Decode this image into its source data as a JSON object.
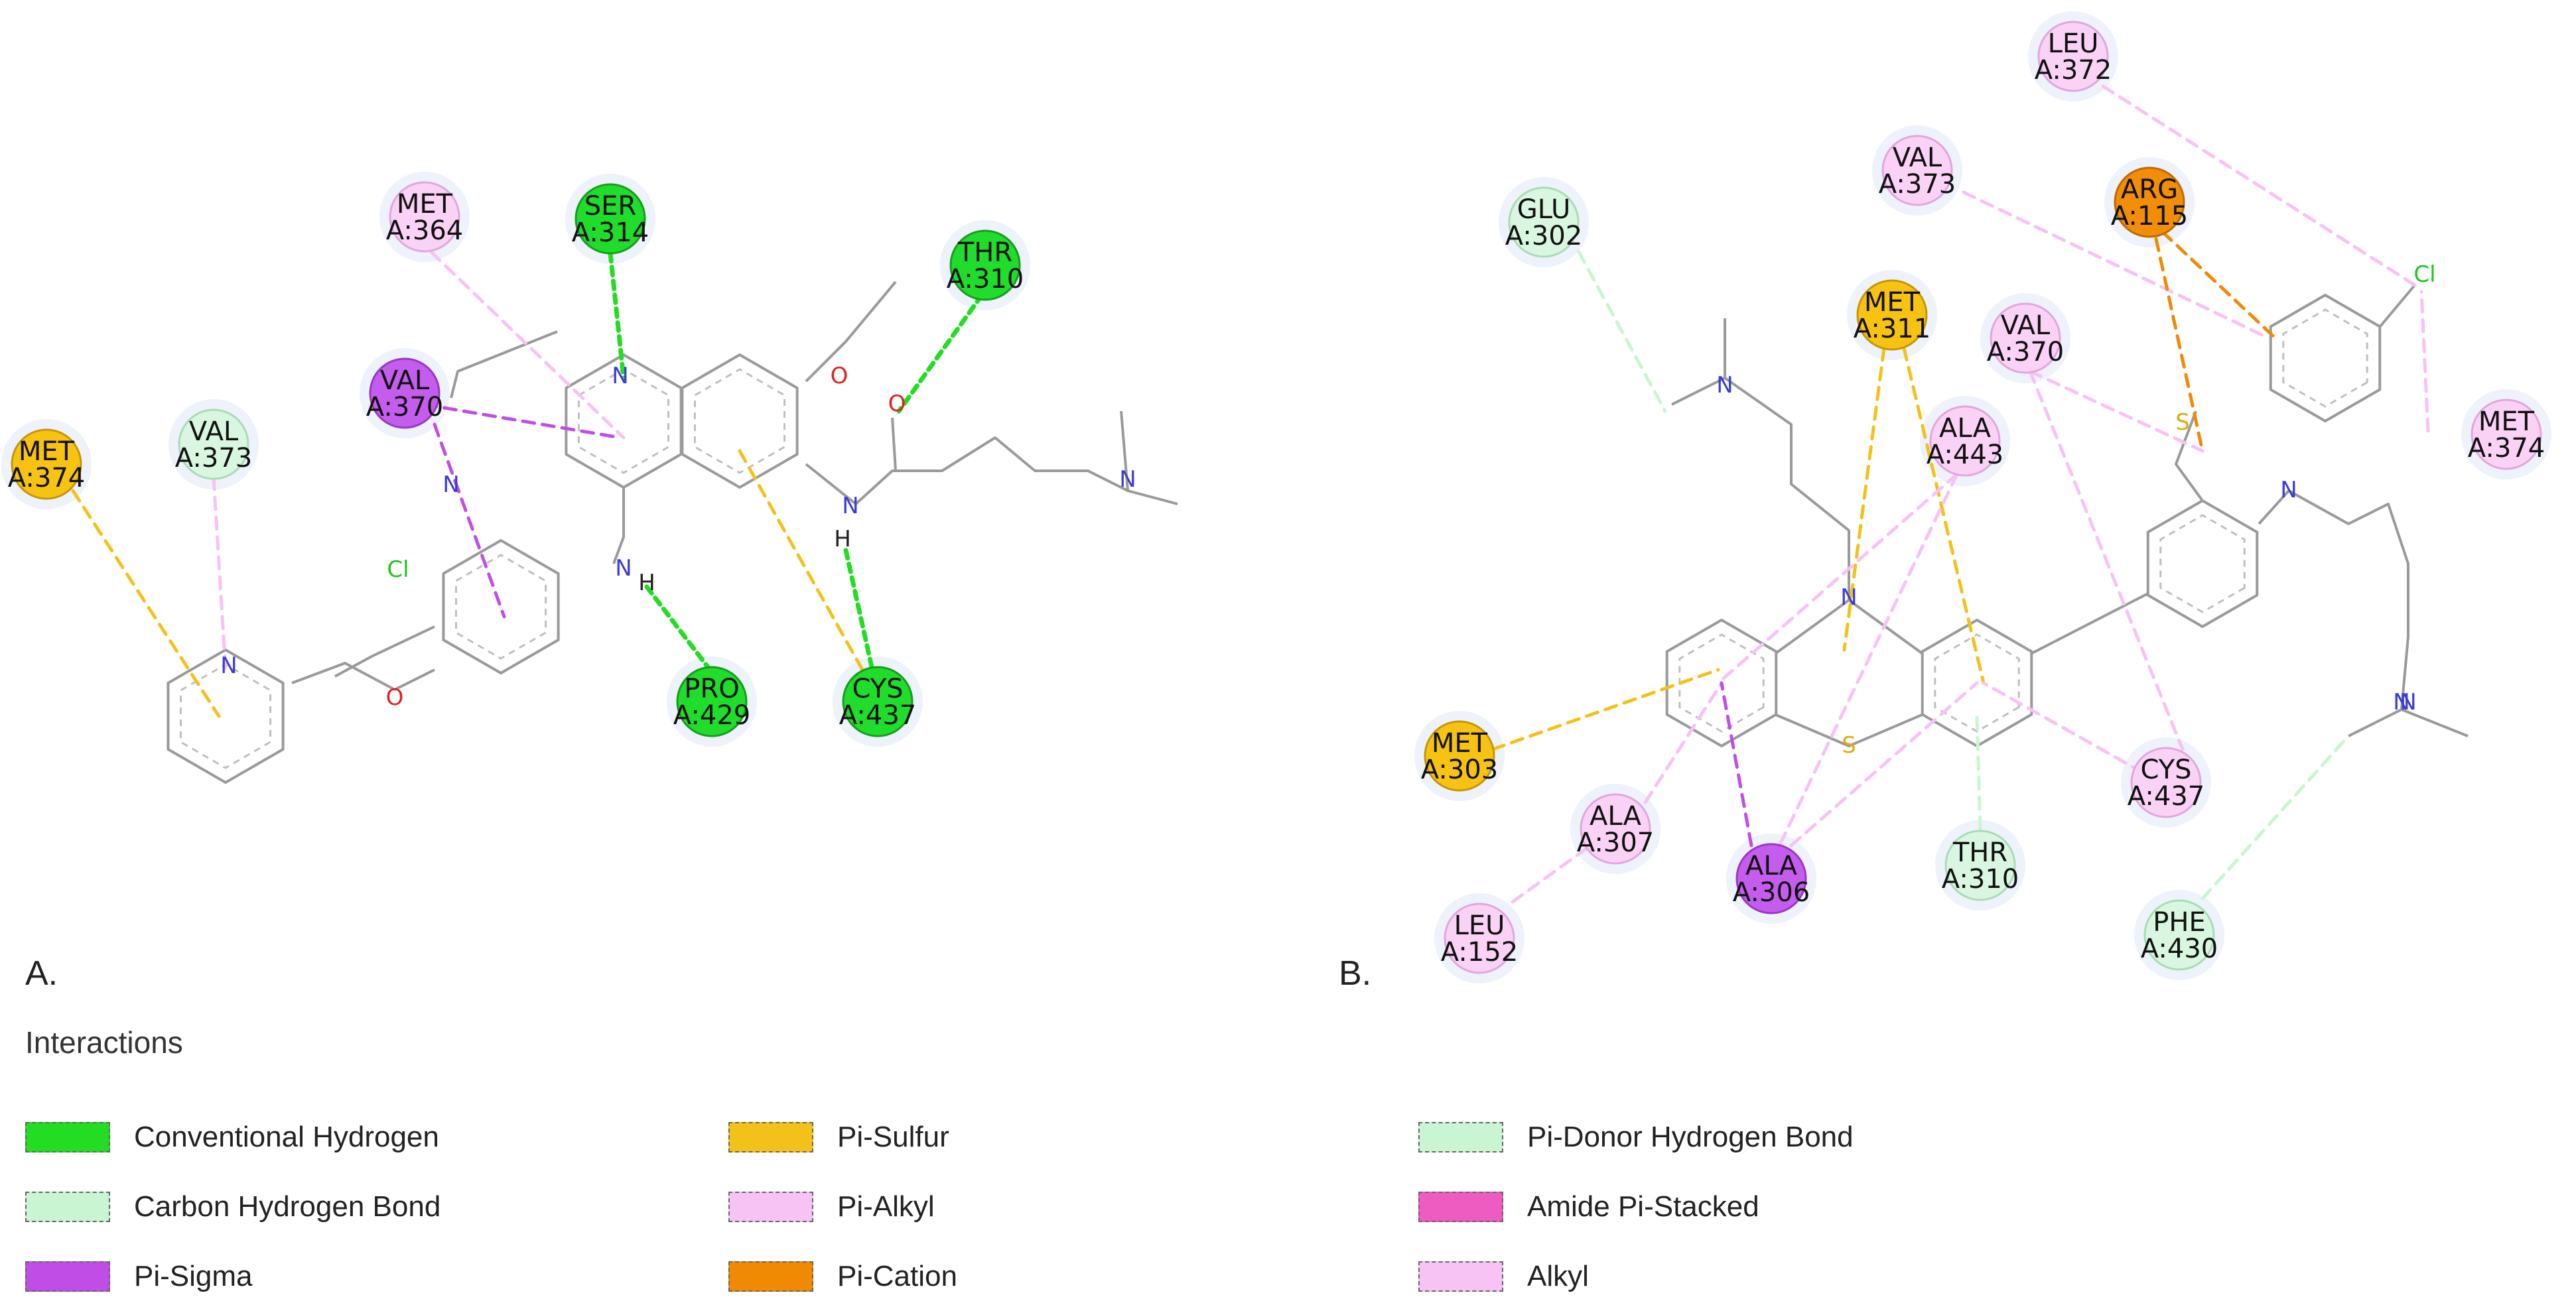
{
  "panels": [
    {
      "label": "A."
    },
    {
      "label": "B."
    }
  ],
  "legend": {
    "title": "Interactions",
    "items": [
      {
        "label": "Conventional Hydrogen",
        "color": "#22dd22"
      },
      {
        "label": "Carbon Hydrogen Bond",
        "color": "#c9f5d3"
      },
      {
        "label": "Pi-Sigma",
        "color": "#c04ee6"
      },
      {
        "label": "Pi-Sulfur",
        "color": "#f3c21a"
      },
      {
        "label": "Pi-Alkyl",
        "color": "#f7c2f4"
      },
      {
        "label": "Pi-Cation",
        "color": "#f08a05"
      },
      {
        "label": "Pi-Donor Hydrogen Bond",
        "color": "#c9f5d3"
      },
      {
        "label": "Amide Pi-Stacked",
        "color": "#ee5bc1"
      },
      {
        "label": "Alkyl",
        "color": "#f7c2f4"
      }
    ]
  },
  "colors": {
    "h_bond": "#22dd22",
    "ch_bond": "#c9f5d3",
    "pi_sigma": "#c04ee6",
    "pi_sulfur": "#f3c21a",
    "pi_alkyl": "#f7c2f4",
    "pi_cation": "#f08a05",
    "bond_line": "#9a9a9a",
    "nitrogen": "#3b3bd6",
    "oxygen": "#e02020",
    "chlorine": "#1ec51e",
    "sulfur": "#d8b00a"
  },
  "residues": {
    "a": [
      {
        "name": "MET",
        "num": "A:374",
        "type": "pi_sulfur"
      },
      {
        "name": "VAL",
        "num": "A:373",
        "type": "ch_bond"
      },
      {
        "name": "VAL",
        "num": "A:370",
        "type": "pi_sigma"
      },
      {
        "name": "MET",
        "num": "A:364",
        "type": "pi_alkyl"
      },
      {
        "name": "SER",
        "num": "A:314",
        "type": "h_bond"
      },
      {
        "name": "THR",
        "num": "A:310",
        "type": "h_bond"
      },
      {
        "name": "PRO",
        "num": "A:429",
        "type": "h_bond"
      },
      {
        "name": "CYS",
        "num": "A:437",
        "type": "h_bond"
      }
    ],
    "b": [
      {
        "name": "LEU",
        "num": "A:372",
        "type": "pi_alkyl"
      },
      {
        "name": "VAL",
        "num": "A:373",
        "type": "pi_alkyl"
      },
      {
        "name": "GLU",
        "num": "A:302",
        "type": "ch_bond"
      },
      {
        "name": "ARG",
        "num": "A:115",
        "type": "pi_cation"
      },
      {
        "name": "MET",
        "num": "A:311",
        "type": "pi_sulfur"
      },
      {
        "name": "VAL",
        "num": "A:370",
        "type": "pi_alkyl"
      },
      {
        "name": "ALA",
        "num": "A:443",
        "type": "pi_alkyl"
      },
      {
        "name": "MET",
        "num": "A:374",
        "type": "pi_alkyl"
      },
      {
        "name": "MET",
        "num": "A:303",
        "type": "pi_sulfur"
      },
      {
        "name": "ALA",
        "num": "A:307",
        "type": "pi_alkyl"
      },
      {
        "name": "ALA",
        "num": "A:306",
        "type": "pi_sigma"
      },
      {
        "name": "THR",
        "num": "A:310",
        "type": "ch_bond"
      },
      {
        "name": "CYS",
        "num": "A:437",
        "type": "pi_alkyl"
      },
      {
        "name": "LEU",
        "num": "A:152",
        "type": "pi_alkyl"
      },
      {
        "name": "PHE",
        "num": "A:430",
        "type": "ch_bond"
      }
    ]
  },
  "atoms": {
    "a": [
      "N",
      "N",
      "N",
      "N",
      "H",
      "N",
      "H",
      "O",
      "O",
      "O",
      "Cl",
      "N"
    ],
    "b": [
      "N",
      "N",
      "S",
      "S",
      "N",
      "N",
      "N",
      "Cl"
    ]
  }
}
